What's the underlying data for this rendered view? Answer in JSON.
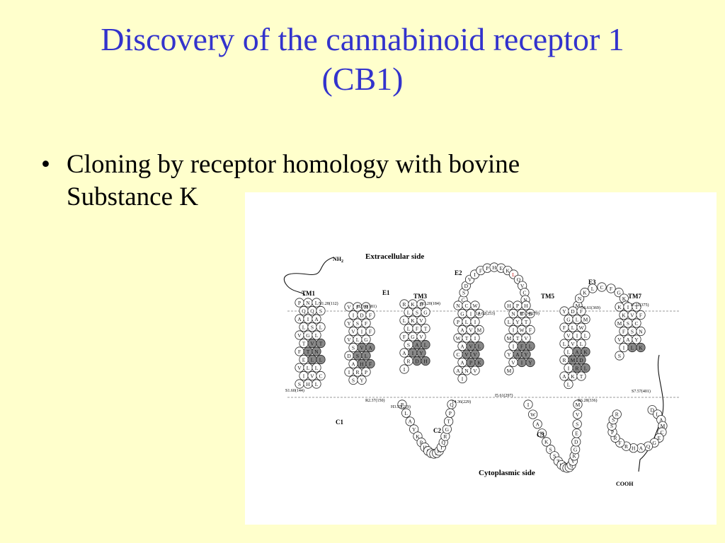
{
  "slide": {
    "title_line1": "Discovery of the cannabinoid receptor 1",
    "title_line2": "(CB1)",
    "bullets": [
      {
        "marker": "•",
        "text_line1": "Cloning by receptor homology with bovine",
        "text_line2": "Substance K"
      }
    ]
  },
  "diagram": {
    "extracellular_label": "Extracellular side",
    "cytoplasmic_label": "Cytoplasmic side",
    "nh2_label": "NH",
    "nh2_sub": "2",
    "cooh_label": "COOH",
    "loop_labels": {
      "e1": "E1",
      "e2": "E2",
      "e3": "E3",
      "c1": "C1",
      "c2": "C2",
      "c3": "C3"
    },
    "tm_labels": {
      "tm1": "TM1",
      "tm3": "TM3",
      "tm5": "TM5",
      "tm7": "TM7"
    },
    "position_labels": {
      "n128": "N1.28(112)",
      "h268": "H2.68(181)",
      "d320": "D3.20(184)",
      "l462": "L4.62(253)",
      "h534": "H5.34(270)",
      "g661": "G6.61(369)",
      "i731": "I7.31(375)",
      "s160": "S1.60(144)",
      "r237": "R2.37(150)",
      "h355": "H3.55(219)",
      "t436": "T4.36(229)",
      "i561": "I5.61(297)",
      "r628": "R6.28(336)",
      "s757": "S7.57(401)"
    },
    "helix_residues": {
      "tm1": [
        "P",
        "N",
        "L",
        "Q",
        "Q",
        "S",
        "A",
        "I",
        "A",
        "L",
        "S",
        "L",
        "V",
        "G",
        "L",
        "T",
        "V",
        "T",
        "F",
        "T",
        "N",
        "E",
        "L",
        "L",
        "V",
        "L",
        "L",
        "I",
        "V",
        "C",
        "S",
        "H",
        "L"
      ],
      "tm2": [
        "V",
        "F",
        "H",
        "I",
        "D",
        "F",
        "Y",
        "S",
        "F",
        "V",
        "I",
        "F",
        "V",
        "L",
        "G",
        "S",
        "V",
        "A",
        "D",
        "S",
        "L",
        "A",
        "H",
        "F",
        "I",
        "R",
        "P",
        "S",
        "Y"
      ],
      "tm3": [
        "R",
        "K",
        "D",
        "L",
        "S",
        "G",
        "L",
        "K",
        "V",
        "L",
        "F",
        "T",
        "F",
        "G",
        "V",
        "S",
        "A",
        "L",
        "A",
        "I",
        "Y",
        "R",
        "D",
        "H",
        "I"
      ],
      "tm4": [
        "N",
        "C",
        "W",
        "G",
        "I",
        "L",
        "P",
        "L",
        "I",
        "A",
        "V",
        "M",
        "W",
        "T",
        "I",
        "A",
        "V",
        "L",
        "C",
        "V",
        "V",
        "A",
        "P",
        "K",
        "A",
        "N",
        "V",
        "I"
      ],
      "tm5": [
        "H",
        "P",
        "H",
        "N",
        "E",
        "D",
        "L",
        "Y",
        "T",
        "I",
        "W",
        "F",
        "M",
        "T",
        "V",
        "I",
        "F",
        "L",
        "Y",
        "A",
        "Y",
        "V",
        "I",
        "Y",
        "M"
      ],
      "tm6": [
        "Y",
        "D",
        "F",
        "G",
        "L",
        "M",
        "F",
        "L",
        "W",
        "V",
        "I",
        "L",
        "L",
        "V",
        "L",
        "L",
        "A",
        "K",
        "R",
        "M",
        "D",
        "I",
        "R",
        "L",
        "A",
        "K",
        "T",
        "L"
      ],
      "tm7": [
        "K",
        "I",
        "T",
        "K",
        "V",
        "F",
        "M",
        "S",
        "C",
        "F",
        "S",
        "N",
        "V",
        "A",
        "Y",
        "I",
        "L",
        "K",
        "S"
      ]
    },
    "loop_residues": {
      "e2": [
        "C",
        "S",
        "D",
        "V",
        "I",
        "F",
        "P",
        "H",
        "E",
        "K",
        "L",
        "Q",
        "V",
        "C",
        "N"
      ],
      "e3": [
        "M",
        "N",
        "K",
        "L",
        "C",
        "F",
        "G",
        "K",
        "I"
      ],
      "c2": [
        "P",
        "L",
        "A",
        "Y",
        "K",
        "R",
        "H",
        "S",
        "A",
        "V",
        "R",
        "M",
        "I",
        "Q",
        "R",
        "G",
        "T",
        "P",
        "Q"
      ],
      "c3": [
        "I",
        "W",
        "A",
        "K",
        "K",
        "S",
        "S",
        "T",
        "H",
        "D",
        "P",
        "T",
        "Q",
        "V",
        "K",
        "G",
        "D",
        "E",
        "S",
        "V",
        "M"
      ],
      "ctail": [
        "D",
        "L",
        "A",
        "M",
        "C",
        "E",
        "G",
        "Q",
        "A",
        "H",
        "R",
        "F",
        "R",
        "P",
        "S",
        "S",
        "R"
      ]
    }
  }
}
